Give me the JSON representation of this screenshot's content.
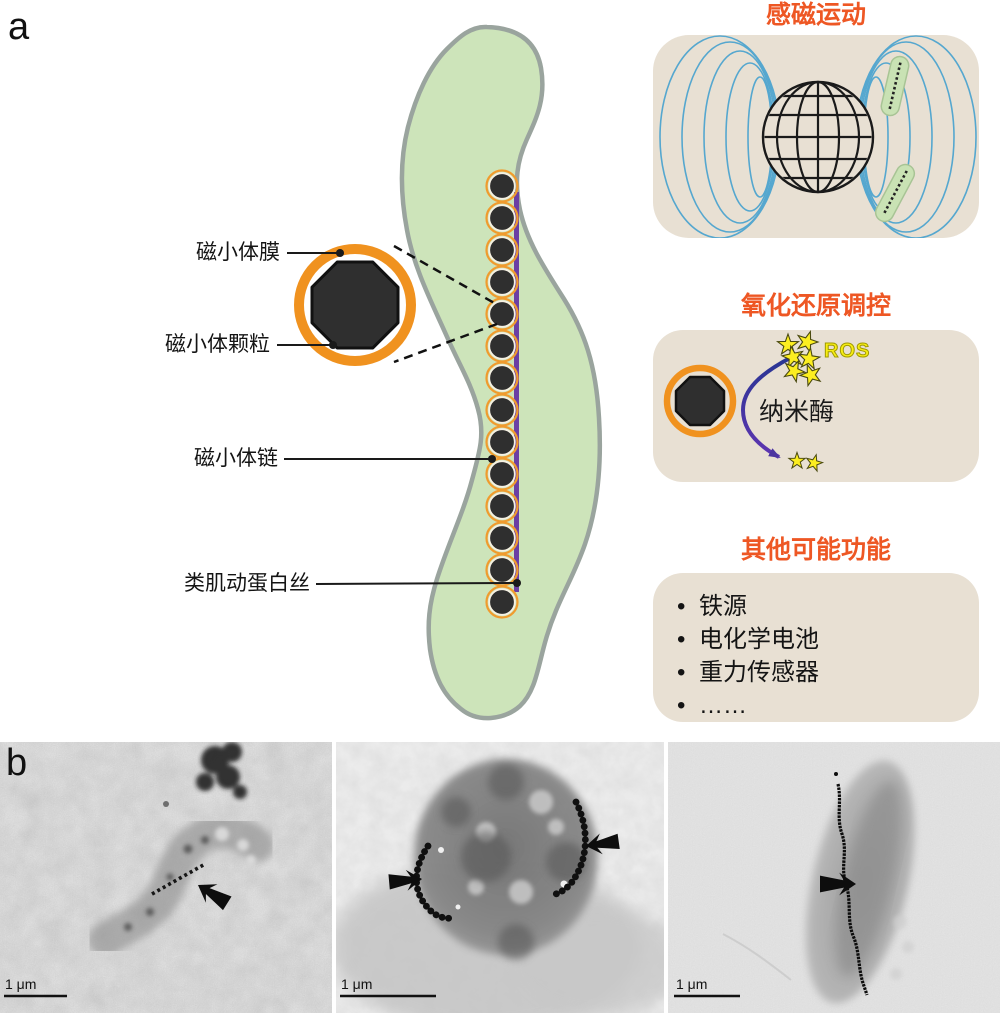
{
  "figure": {
    "panel_a_label": "a",
    "panel_b_label": "b"
  },
  "schematic": {
    "labels": {
      "membrane": "磁小体膜",
      "particle": "磁小体颗粒",
      "chain": "磁小体链",
      "filament": "类肌动蛋白丝"
    }
  },
  "functions": {
    "magnetotaxis": {
      "title": "感磁运动"
    },
    "redox": {
      "title": "氧化还原调控",
      "ros": "ROS",
      "enzyme": "纳米酶"
    },
    "other": {
      "title": "其他可能功能",
      "bullets": [
        "铁源",
        "电化学电池",
        "重力传感器",
        "……"
      ]
    }
  },
  "micrographs": [
    {
      "scale_bar": "1 μm"
    },
    {
      "scale_bar": "1 μm"
    },
    {
      "scale_bar": "1 μm"
    }
  ],
  "colors": {
    "title_orange": "#ee5724",
    "magnetosome_ring_orange": "#f0921f",
    "cell_green": "#cde4ba",
    "cell_outline_gray": "#9aa49e",
    "filament_purple": "#6b3fa4",
    "field_line_blue": "#55a7cf",
    "star_yellow": "#fcee21",
    "panel_beige": "#e8e0d3"
  }
}
